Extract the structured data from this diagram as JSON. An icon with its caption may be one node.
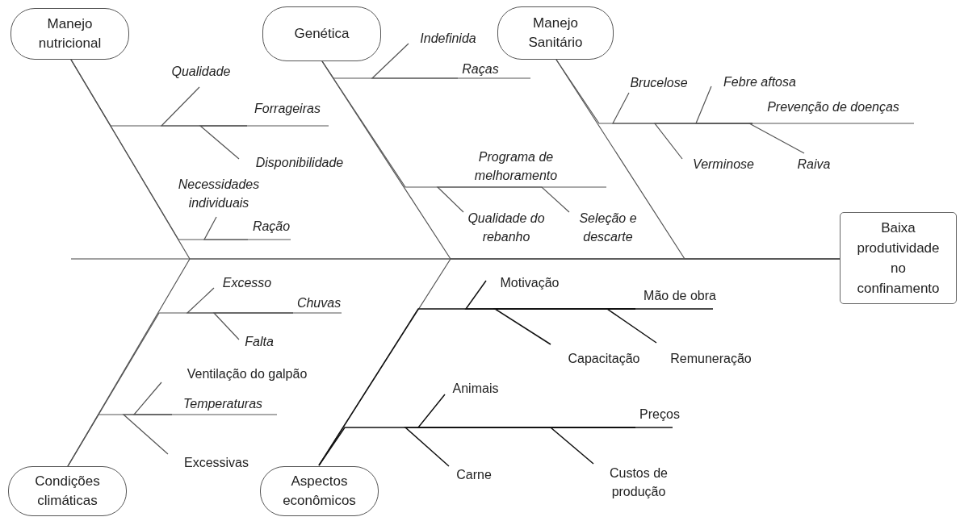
{
  "diagram": {
    "nodes": [
      {
        "text": [
          "Manejo nutricional"
        ]
      },
      {
        "text": [
          "Qualidade"
        ]
      },
      {
        "text": [
          "Forrageiras"
        ]
      },
      {
        "text": [
          "Disponibilidade"
        ]
      },
      {
        "text": [
          "Necessidades individuais"
        ]
      },
      {
        "text": [
          "Ração"
        ]
      },
      {
        "text": [
          "Genética"
        ]
      },
      {
        "text": [
          "Indefinida"
        ]
      },
      {
        "text": [
          "Raças"
        ]
      },
      {
        "text": [
          "Programa de melhoramento"
        ]
      },
      {
        "text": [
          "Qualidade do rebanho"
        ]
      },
      {
        "text": [
          "Seleção e descarte"
        ]
      },
      {
        "text": [
          "Manejo Sanitário"
        ]
      },
      {
        "text": [
          "Brucelose"
        ]
      },
      {
        "text": [
          "Febre aftosa"
        ]
      },
      {
        "text": [
          "Prevenção de doenças"
        ]
      },
      {
        "text": [
          "Verminose"
        ]
      },
      {
        "text": [
          "Raiva"
        ]
      },
      {
        "text": [
          "Baixa produtividade no confinamento"
        ]
      },
      {
        "text": [
          "Excesso"
        ]
      },
      {
        "text": [
          "Chuvas"
        ]
      },
      {
        "text": [
          "Falta"
        ]
      },
      {
        "text": [
          "Ventilação do galpão"
        ]
      },
      {
        "text": [
          "Temperaturas"
        ]
      },
      {
        "text": [
          "Excessivas"
        ]
      },
      {
        "text": [
          "Condições climáticas"
        ]
      },
      {
        "text": [
          "Motivação"
        ]
      },
      {
        "text": [
          "Mão de obra"
        ]
      },
      {
        "text": [
          "Capacitação"
        ]
      },
      {
        "text": [
          "Remuneração"
        ]
      },
      {
        "text": [
          "Animais"
        ]
      },
      {
        "text": [
          "Preços"
        ]
      },
      {
        "text": [
          "Carne"
        ]
      },
      {
        "text": [
          "Custos de produção"
        ]
      },
      {
        "text": [
          "Aspectos econômicos"
        ]
      }
    ],
    "edges": [
      {
        "from": 0,
        "to": 18,
        "arrow": "none"
      },
      {
        "from": 6,
        "to": 18,
        "arrow": "none"
      },
      {
        "from": 12,
        "to": 18,
        "arrow": "none"
      },
      {
        "from": 25,
        "to": 18,
        "arrow": "none"
      },
      {
        "from": 34,
        "to": 18,
        "arrow": "none"
      },
      {
        "from": 2,
        "to": 0,
        "arrow": "none"
      },
      {
        "from": 5,
        "to": 0,
        "arrow": "none"
      },
      {
        "from": 8,
        "to": 6,
        "arrow": "none"
      },
      {
        "from": 9,
        "to": 6,
        "arrow": "none"
      },
      {
        "from": 15,
        "to": 12,
        "arrow": "none"
      },
      {
        "from": 20,
        "to": 25,
        "arrow": "none"
      },
      {
        "from": 23,
        "to": 25,
        "arrow": "none"
      },
      {
        "from": 27,
        "to": 34,
        "arrow": "none"
      },
      {
        "from": 31,
        "to": 34,
        "arrow": "none"
      },
      {
        "from": 1,
        "to": 2,
        "arrow": "none"
      },
      {
        "from": 3,
        "to": 2,
        "arrow": "none"
      },
      {
        "from": 4,
        "to": 5,
        "arrow": "none"
      },
      {
        "from": 7,
        "to": 8,
        "arrow": "none"
      },
      {
        "from": 10,
        "to": 9,
        "arrow": "none"
      },
      {
        "from": 11,
        "to": 9,
        "arrow": "none"
      },
      {
        "from": 13,
        "to": 15,
        "arrow": "none"
      },
      {
        "from": 14,
        "to": 15,
        "arrow": "none"
      },
      {
        "from": 16,
        "to": 15,
        "arrow": "none"
      },
      {
        "from": 17,
        "to": 15,
        "arrow": "none"
      },
      {
        "from": 19,
        "to": 20,
        "arrow": "none"
      },
      {
        "from": 21,
        "to": 20,
        "arrow": "none"
      },
      {
        "from": 22,
        "to": 23,
        "arrow": "none"
      },
      {
        "from": 24,
        "to": 23,
        "arrow": "none"
      },
      {
        "from": 26,
        "to": 27,
        "arrow": "none"
      },
      {
        "from": 28,
        "to": 27,
        "arrow": "none"
      },
      {
        "from": 29,
        "to": 27,
        "arrow": "none"
      },
      {
        "from": 30,
        "to": 31,
        "arrow": "none"
      },
      {
        "from": 32,
        "to": 31,
        "arrow": "none"
      },
      {
        "from": 33,
        "to": 31,
        "arrow": "none"
      }
    ]
  }
}
